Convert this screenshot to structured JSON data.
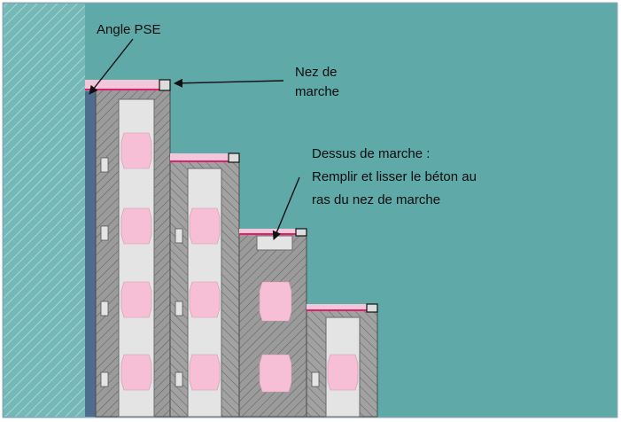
{
  "labels": {
    "angle_pse": "Angle PSE",
    "nez_line1": "Nez de",
    "nez_line2": "marche",
    "dessus_line1": "Dessus de marche :",
    "dessus_line2": "Remplir et lisser le béton au",
    "dessus_line3": "ras du nez de marche"
  },
  "colors": {
    "background_teal": "#5fa9a9",
    "wall_hatch": "#8fcaca",
    "pse_blue": "#4e6d8e",
    "block_gray": "#9b9b9b",
    "hatch_line": "#5c5c5c",
    "cavity": "#e4e4e4",
    "core_pink": "#f6bfd6",
    "concrete_fill": "#f3c7da",
    "nez_edge": "#e0206e",
    "arrow": "#111111"
  }
}
